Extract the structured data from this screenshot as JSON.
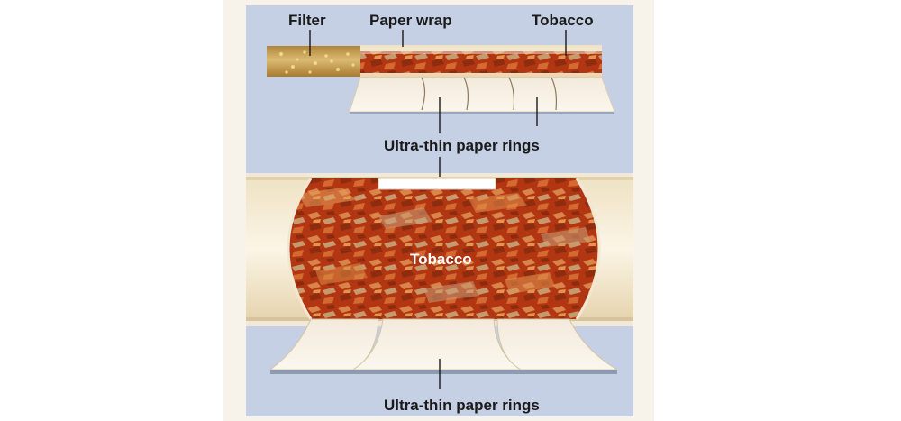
{
  "labels": {
    "filter": "Filter",
    "paper_wrap": "Paper wrap",
    "tobacco_top": "Tobacco",
    "rings_top": "Ultra-thin paper rings",
    "tobacco_center": "Tobacco",
    "rings_bottom": "Ultra-thin paper rings"
  },
  "colors": {
    "background_blue": "#c6d0e4",
    "filter_tan": "#c9a25c",
    "tobacco_red": "#b53a16",
    "paper_cream": "#f4ecda",
    "text": "#1a1a1a"
  }
}
